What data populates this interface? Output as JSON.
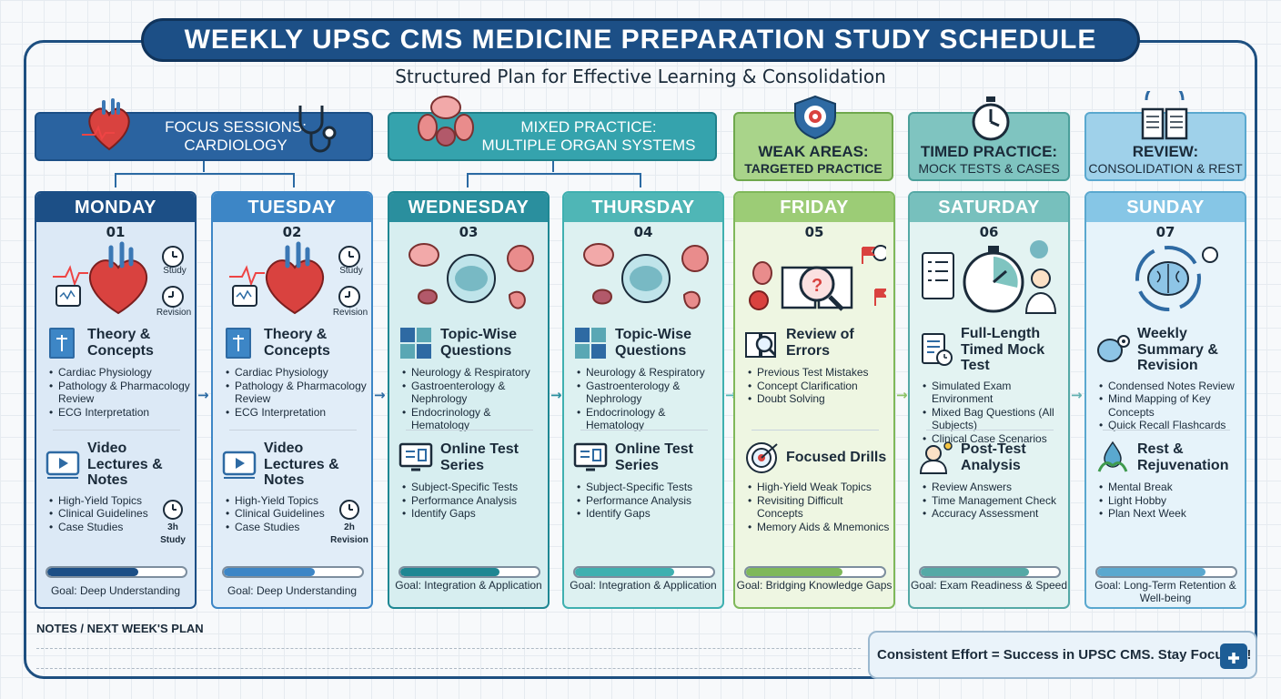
{
  "title": "WEEKLY UPSC CMS MEDICINE PREPARATION STUDY SCHEDULE",
  "subtitle": "Structured Plan for Effective Learning & Consolidation",
  "focus_groups": [
    {
      "line1": "FOCUS SESSIONS:",
      "line2": "CARDIOLOGY",
      "icon": "heart-icon"
    },
    {
      "line1": "MIXED PRACTICE:",
      "line2": "MULTIPLE ORGAN SYSTEMS",
      "icon": "organs-icon"
    },
    {
      "line1": "WEAK AREAS:",
      "line2": "TARGETED PRACTICE",
      "icon": "target-shield-icon"
    },
    {
      "line1": "TIMED PRACTICE:",
      "line2": "MOCK TESTS & CASES",
      "icon": "stopwatch-icon"
    },
    {
      "line1": "REVIEW:",
      "line2": "CONSOLIDATION & REST",
      "icon": "book-icon"
    }
  ],
  "days": [
    {
      "name": "MONDAY",
      "num": "01",
      "hero": "heart-icon",
      "side1": "Study",
      "side2": "Revision",
      "s1": {
        "title": "Theory & Concepts",
        "icon": "medical-book-icon",
        "items": [
          "Cardiac Physiology",
          "Pathology & Pharmacology Review",
          "ECG Interpretation"
        ]
      },
      "s2": {
        "title": "Video Lectures & Notes",
        "icon": "video-play-icon",
        "items": [
          "High-Yield Topics",
          "Clinical Guidelines",
          "Case Studies"
        ]
      },
      "note1": "3h",
      "note2": "Study",
      "progress": 0.66,
      "goal": "Goal: Deep Understanding"
    },
    {
      "name": "TUESDAY",
      "num": "02",
      "hero": "heart-icon",
      "side1": "Study",
      "side2": "Revision",
      "s1": {
        "title": "Theory & Concepts",
        "icon": "medical-book-icon",
        "items": [
          "Cardiac Physiology",
          "Pathology & Pharmacology Review",
          "ECG Interpretation"
        ]
      },
      "s2": {
        "title": "Video Lectures & Notes",
        "icon": "video-play-icon",
        "items": [
          "High-Yield Topics",
          "Clinical Guidelines",
          "Case Studies"
        ]
      },
      "note1": "2h",
      "note2": "Revision",
      "progress": 0.66,
      "goal": "Goal: Deep Understanding"
    },
    {
      "name": "WEDNESDAY",
      "num": "03",
      "hero": "organs-icon",
      "s1": {
        "title": "Topic-Wise Questions",
        "icon": "puzzle-icon",
        "items": [
          "Neurology & Respiratory",
          "Gastroenterology & Nephrology",
          "Endocrinology & Hematology"
        ]
      },
      "s2": {
        "title": "Online Test Series",
        "icon": "computer-test-icon",
        "items": [
          "Subject-Specific Tests",
          "Performance Analysis",
          "Identify Gaps"
        ]
      },
      "progress": 0.72,
      "goal": "Goal: Integration & Application"
    },
    {
      "name": "THURSDAY",
      "num": "04",
      "hero": "organs-icon",
      "s1": {
        "title": "Topic-Wise Questions",
        "icon": "puzzle-icon",
        "items": [
          "Neurology & Respiratory",
          "Gastroenterology & Nephrology",
          "Endocrinology & Hematology"
        ]
      },
      "s2": {
        "title": "Online Test Series",
        "icon": "computer-test-icon",
        "items": [
          "Subject-Specific Tests",
          "Performance Analysis",
          "Identify Gaps"
        ]
      },
      "progress": 0.72,
      "goal": "Goal: Integration & Application"
    },
    {
      "name": "FRIDAY",
      "num": "05",
      "hero": "magnifier-book-icon",
      "s1": {
        "title": "Review of Errors",
        "icon": "book-search-icon",
        "items": [
          "Previous Test Mistakes",
          "Concept Clarification",
          "Doubt Solving"
        ]
      },
      "s2": {
        "title": "Focused Drills",
        "icon": "target-icon",
        "items": [
          "High-Yield Weak Topics",
          "Revisiting Difficult Concepts",
          "Memory Aids & Mnemonics"
        ]
      },
      "progress": 0.7,
      "goal": "Goal: Bridging Knowledge Gaps"
    },
    {
      "name": "SATURDAY",
      "num": "06",
      "hero": "stopwatch-doctor-icon",
      "s1": {
        "title": "Full-Length Timed Mock Test",
        "icon": "checklist-clock-icon",
        "items": [
          "Simulated Exam Environment",
          "Mixed Bag Questions (All Subjects)",
          "Clinical Case Scenarios"
        ]
      },
      "s2": {
        "title": "Post-Test Analysis",
        "icon": "doctor-idea-icon",
        "items": [
          "Review Answers",
          "Time Management Check",
          "Accuracy Assessment"
        ]
      },
      "progress": 0.78,
      "goal": "Goal: Exam Readiness & Speed"
    },
    {
      "name": "SUNDAY",
      "num": "07",
      "hero": "brain-cycle-icon",
      "s1": {
        "title": "Weekly Summary & Revision",
        "icon": "brain-gear-icon",
        "items": [
          "Condensed Notes Review",
          "Mind Mapping of Key Concepts",
          "Quick Recall Flashcards"
        ]
      },
      "s2": {
        "title": "Rest & Rejuvenation",
        "icon": "leaf-drop-icon",
        "items": [
          "Mental Break",
          "Light Hobby",
          "Plan Next Week"
        ]
      },
      "progress": 0.78,
      "goal": "Goal: Long-Term Retention & Well-being"
    }
  ],
  "notes_label": "NOTES / NEXT WEEK'S PLAN",
  "motto": "Consistent Effort = Success in UPSC CMS. Stay Focused!",
  "colors": {
    "navy": "#1c4f86",
    "blue": "#3d86c6",
    "teal_dark": "#2a8f9e",
    "teal": "#4fb6b6",
    "green": "#8bc265",
    "slate_teal": "#62b0b0",
    "sky": "#72b8dc"
  }
}
